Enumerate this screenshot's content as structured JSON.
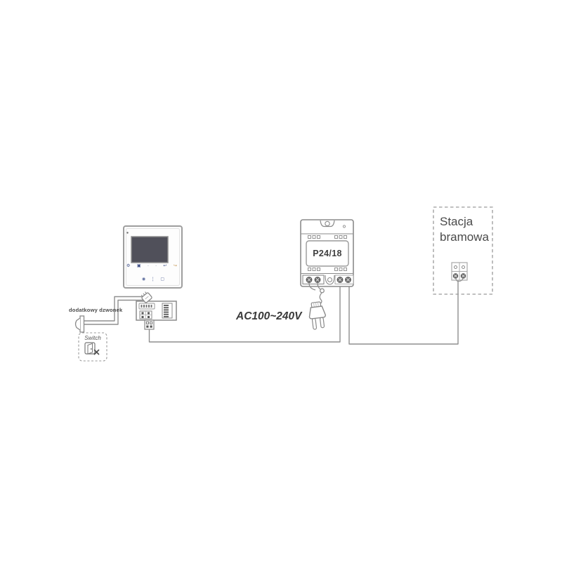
{
  "colors": {
    "line_gray": "#8f8f8f",
    "screen_dark": "#50505a",
    "icon_blue": "#46568c",
    "icon_orange": "#c2914c",
    "text_dark": "#3f3f3f"
  },
  "monitor": {
    "description": "video intercom monitor with touch buttons",
    "icons_row1": [
      {
        "name": "settings-icon",
        "glyph": "⚙"
      },
      {
        "name": "screen-icon",
        "glyph": "▣"
      },
      {
        "name": "dot-left-icon",
        "glyph": "∙"
      },
      {
        "name": "dot-right-icon",
        "glyph": "∙"
      },
      {
        "name": "return-arrow-icon",
        "glyph": "↩"
      },
      {
        "name": "unlock-arrow-icon",
        "glyph": "↪"
      }
    ],
    "icons_row2": [
      {
        "name": "talk-icon",
        "glyph": "◉"
      },
      {
        "name": "divider-icon",
        "glyph": "¦"
      },
      {
        "name": "monitor-icon",
        "glyph": "▢"
      }
    ]
  },
  "bell": {
    "label": "dodatkowy dzwonek"
  },
  "switch": {
    "label": "Switch"
  },
  "power_supply": {
    "model": "P24/18"
  },
  "ac_input": {
    "label": "AC100~240V"
  },
  "gate_station": {
    "label": "Stacja bramowa"
  }
}
